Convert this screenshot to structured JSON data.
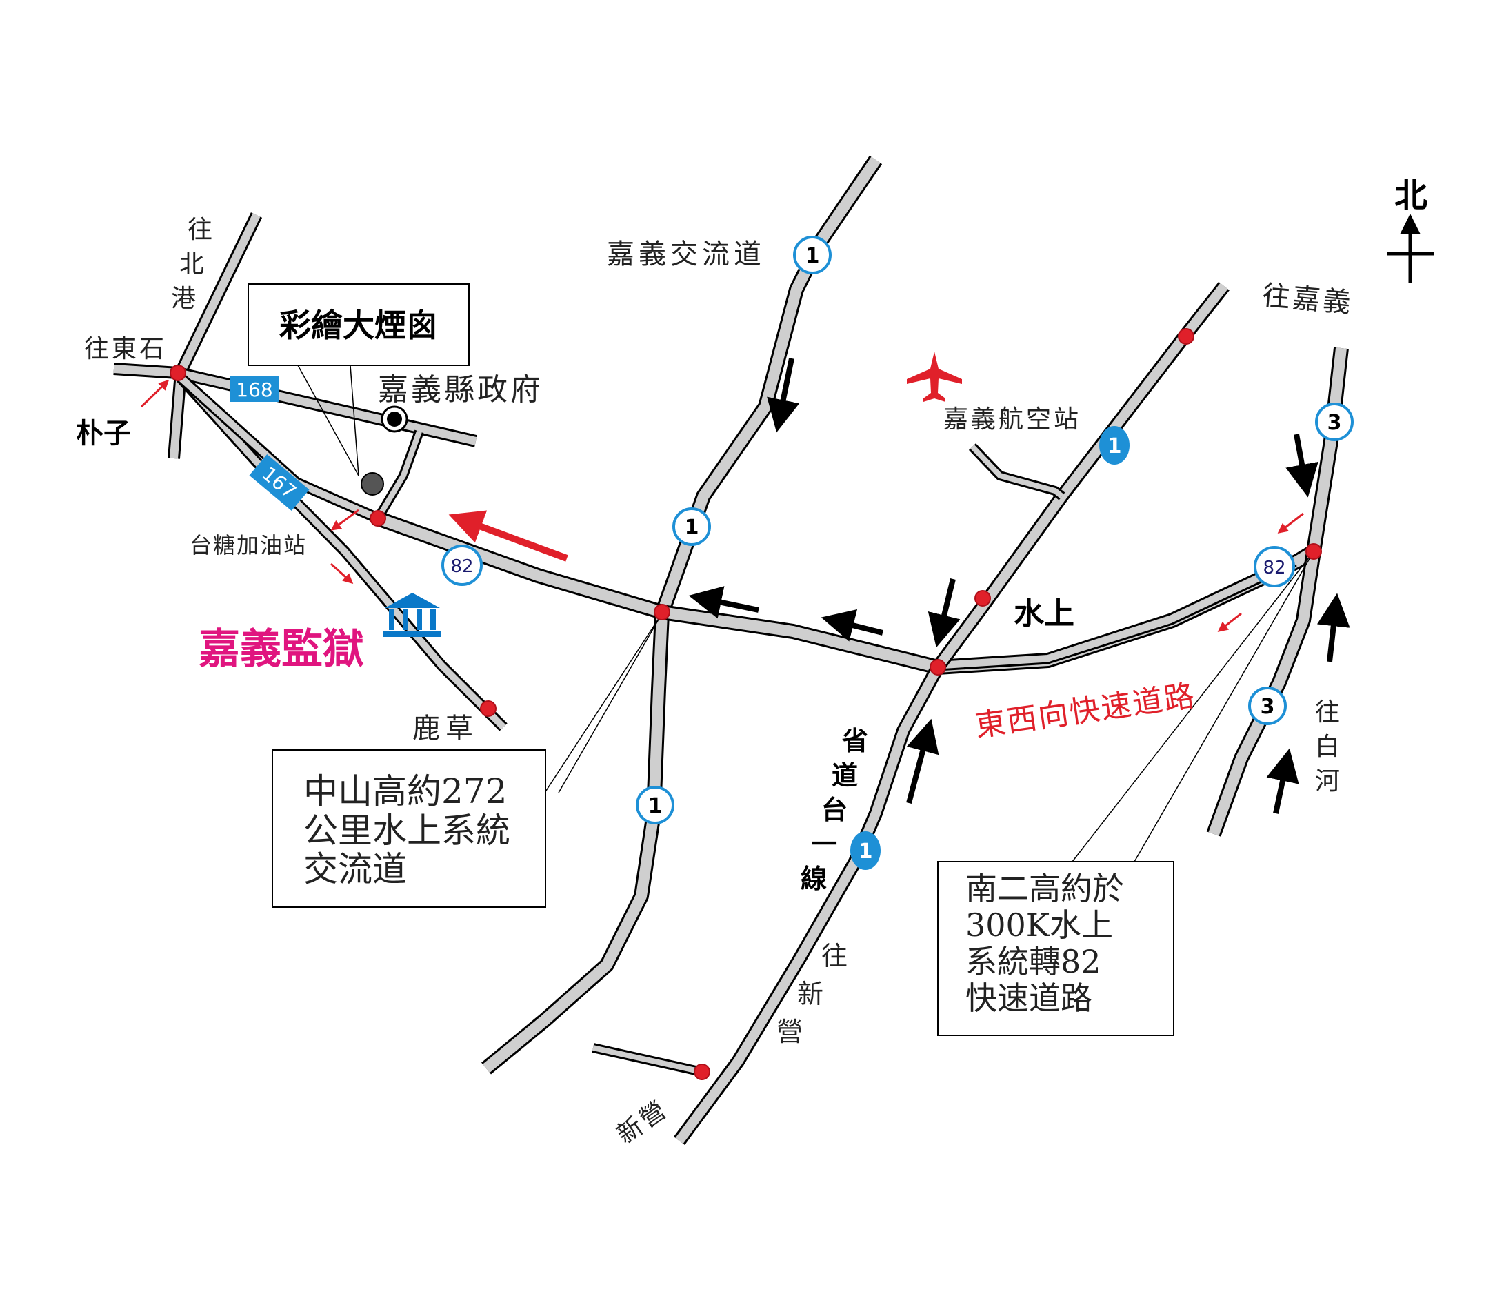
{
  "colors": {
    "road_fill": "#cfcfcf",
    "road_edge": "#000000",
    "junction": "#e0202a",
    "expressway_label": "#e0202a",
    "prison_label": "#e0157f",
    "prison_icon": "#0a78c8",
    "shield_168_167": "#1e90d6",
    "shield_provincial": "#1e90d6",
    "shield_freeway_outline": "#1e90d6",
    "airplane": "#e0202a"
  },
  "place_labels": {
    "to_beigang": "往北港",
    "to_dongshi": "往東石",
    "puzi": "朴子",
    "taisugar_station": "台糖加油站",
    "lucao": "鹿草",
    "county_government": "嘉義縣政府",
    "chiayi_interchange": "嘉義交流道",
    "chiayi_airport": "嘉義航空站",
    "shuishang": "水上",
    "to_chiayi": "往嘉義",
    "to_baihe": "往白河",
    "to_xinying": "往新營",
    "xinying": "新營",
    "provincial_road": "省道台一線",
    "east_west_expressway": "東西向快速道路",
    "prison": "嘉義監獄",
    "north": "北"
  },
  "callouts": {
    "chimney": "彩繪大煙囪",
    "sun_yat_sen": [
      "中山高約272",
      "公里水上系統",
      "交流道"
    ],
    "second_southern": [
      "南二高約於",
      "300K水上",
      "系統轉82",
      "快速道路"
    ]
  },
  "shields": {
    "county_168": "168",
    "county_167": "167",
    "freeway_1": "1",
    "freeway_3": "3",
    "expressway_82": "82",
    "provincial_1": "1"
  },
  "icons": {
    "airport": "airplane-icon",
    "county_government": "bullseye-icon",
    "chimney": "chimney-dot-icon",
    "prison": "building-icon",
    "north": "north-arrow-icon"
  }
}
